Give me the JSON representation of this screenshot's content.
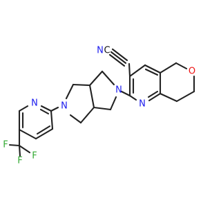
{
  "molecule": {
    "atoms": [
      {
        "key": "nitrile_c",
        "text": "C",
        "color": "#111111"
      },
      {
        "key": "nitrile_n",
        "text": "N",
        "color": "#1a1aee"
      },
      {
        "key": "pyrrolidine_n_right",
        "text": "N",
        "color": "#1a1aee"
      },
      {
        "key": "pyrrolidine_n_left",
        "text": "N",
        "color": "#1a1aee"
      },
      {
        "key": "naphthyridine_n",
        "text": "N",
        "color": "#1a1aee"
      },
      {
        "key": "pyran_o",
        "text": "O",
        "color": "#ee1111"
      },
      {
        "key": "pyridine_n",
        "text": "N",
        "color": "#1a1aee"
      },
      {
        "key": "fluorine_top",
        "text": "F",
        "color": "#33aa33"
      },
      {
        "key": "fluorine_left",
        "text": "F",
        "color": "#33aa33"
      },
      {
        "key": "fluorine_bottom",
        "text": "F",
        "color": "#33aa33"
      }
    ]
  }
}
